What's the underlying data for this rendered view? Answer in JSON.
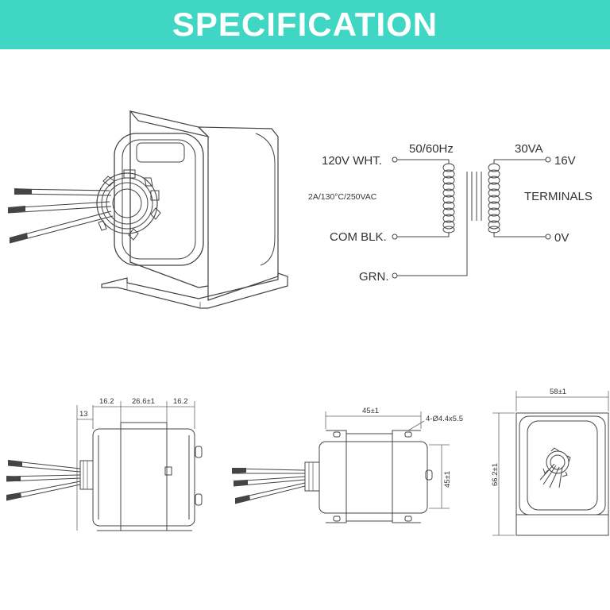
{
  "banner": {
    "title": "SPECIFICATION",
    "color": "#3fd6c3"
  },
  "schematic": {
    "primary_hot": "120V WHT.",
    "frequency": "50/60Hz",
    "power": "30VA",
    "secondary_high": "16V",
    "rating": "2A/130°C/250VAC",
    "terminals": "TERMINALS",
    "primary_common": "COM BLK.",
    "secondary_low": "0V",
    "ground": "GRN."
  },
  "dims": {
    "front_left": "16.2",
    "front_mid": "26.6±1",
    "front_right": "16.2",
    "front_hub": "13",
    "side_width": "45±1",
    "side_holes": "4-Ø4.4x5.5",
    "side_height": "45±1",
    "end_width": "58±1",
    "end_height": "66.2±1"
  }
}
